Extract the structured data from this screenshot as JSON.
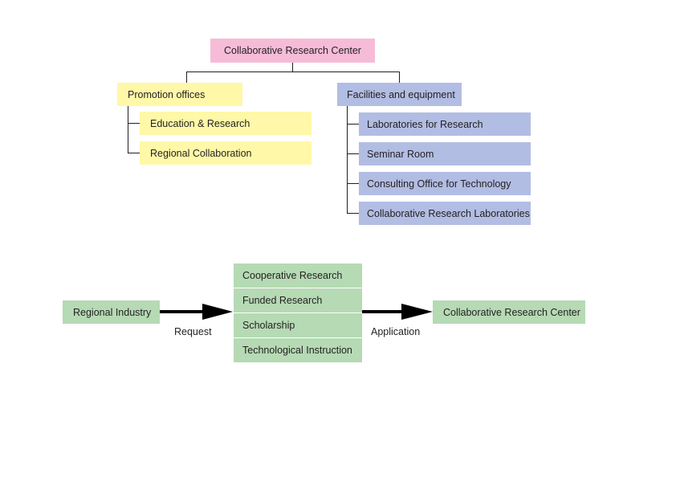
{
  "org_chart": {
    "root": "Collaborative Research Center",
    "promotion": {
      "title": "Promotion offices",
      "items": [
        "Education & Research",
        "Regional Collaboration"
      ]
    },
    "facilities": {
      "title": "Facilities and equipment",
      "items": [
        "Laboratories for Research",
        "Seminar Room",
        "Consulting Office for Technology",
        "Collaborative Research Laboratories"
      ]
    }
  },
  "flow": {
    "source": "Regional Industry",
    "request_label": "Request",
    "middle_items": [
      "Cooperative Research",
      "Funded Research",
      "Scholarship",
      "Technological Instruction"
    ],
    "application_label": "Application",
    "target": "Collaborative Research Center"
  },
  "colors": {
    "root": "#f6bcd7",
    "promotion": "#fff8a8",
    "facilities": "#b2bde3",
    "flow": "#b5dab4",
    "lines": "#231f20"
  }
}
